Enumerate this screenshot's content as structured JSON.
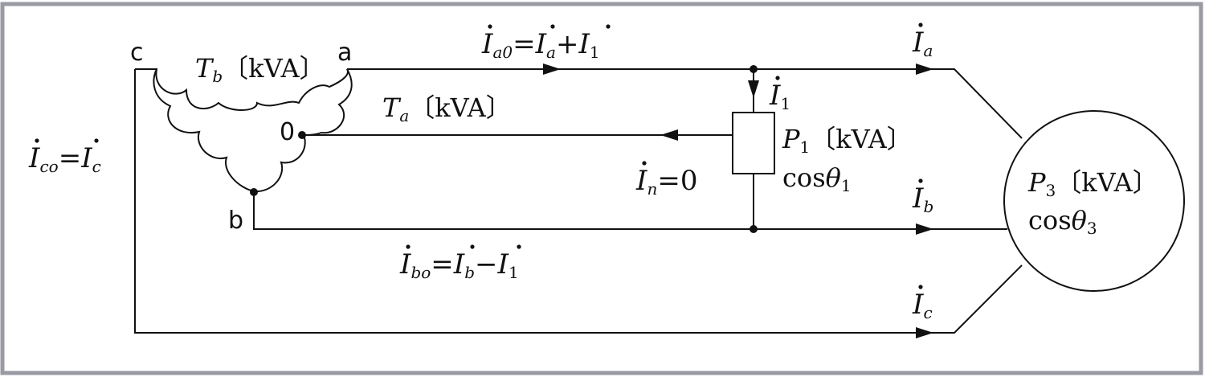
{
  "terminals": {
    "c": "c",
    "a": "a",
    "zero": "0",
    "b": "b"
  },
  "transformer": {
    "tb": {
      "sym": "T",
      "sub": "b",
      "unit": "〔kVA〕"
    },
    "ta": {
      "sym": "T",
      "sub": "a",
      "unit": "〔kVA〕"
    }
  },
  "currents": {
    "ia0": {
      "lhs": "I",
      "lhs_sub": "a0",
      "eq": "=",
      "t1": "I",
      "t1_sub": "a",
      "op": "+",
      "t2": "I",
      "t2_sub": "1"
    },
    "ibo": {
      "lhs": "I",
      "lhs_sub": "bo",
      "eq": "=",
      "t1": "I",
      "t1_sub": "b",
      "op": "−",
      "t2": "I",
      "t2_sub": "1"
    },
    "ico": {
      "lhs": "I",
      "lhs_sub": "co",
      "eq": "=",
      "t1": "I",
      "t1_sub": "c"
    },
    "in": {
      "lhs": "I",
      "lhs_sub": "n",
      "eq": "=",
      "rhs": "0"
    },
    "i1": {
      "sym": "I",
      "sub": "1"
    },
    "ia": {
      "sym": "I",
      "sub": "a"
    },
    "ib": {
      "sym": "I",
      "sub": "b"
    },
    "ic": {
      "sym": "I",
      "sub": "c"
    }
  },
  "single_load": {
    "sym": "P",
    "sub": "1",
    "unit": "〔kVA〕",
    "pf_prefix": "cos",
    "pf_sym": "θ",
    "pf_sub": "1"
  },
  "three_load": {
    "sym": "P",
    "sub": "3",
    "unit": "〔kVA〕",
    "pf_prefix": "cos",
    "pf_sym": "θ",
    "pf_sub": "3"
  }
}
